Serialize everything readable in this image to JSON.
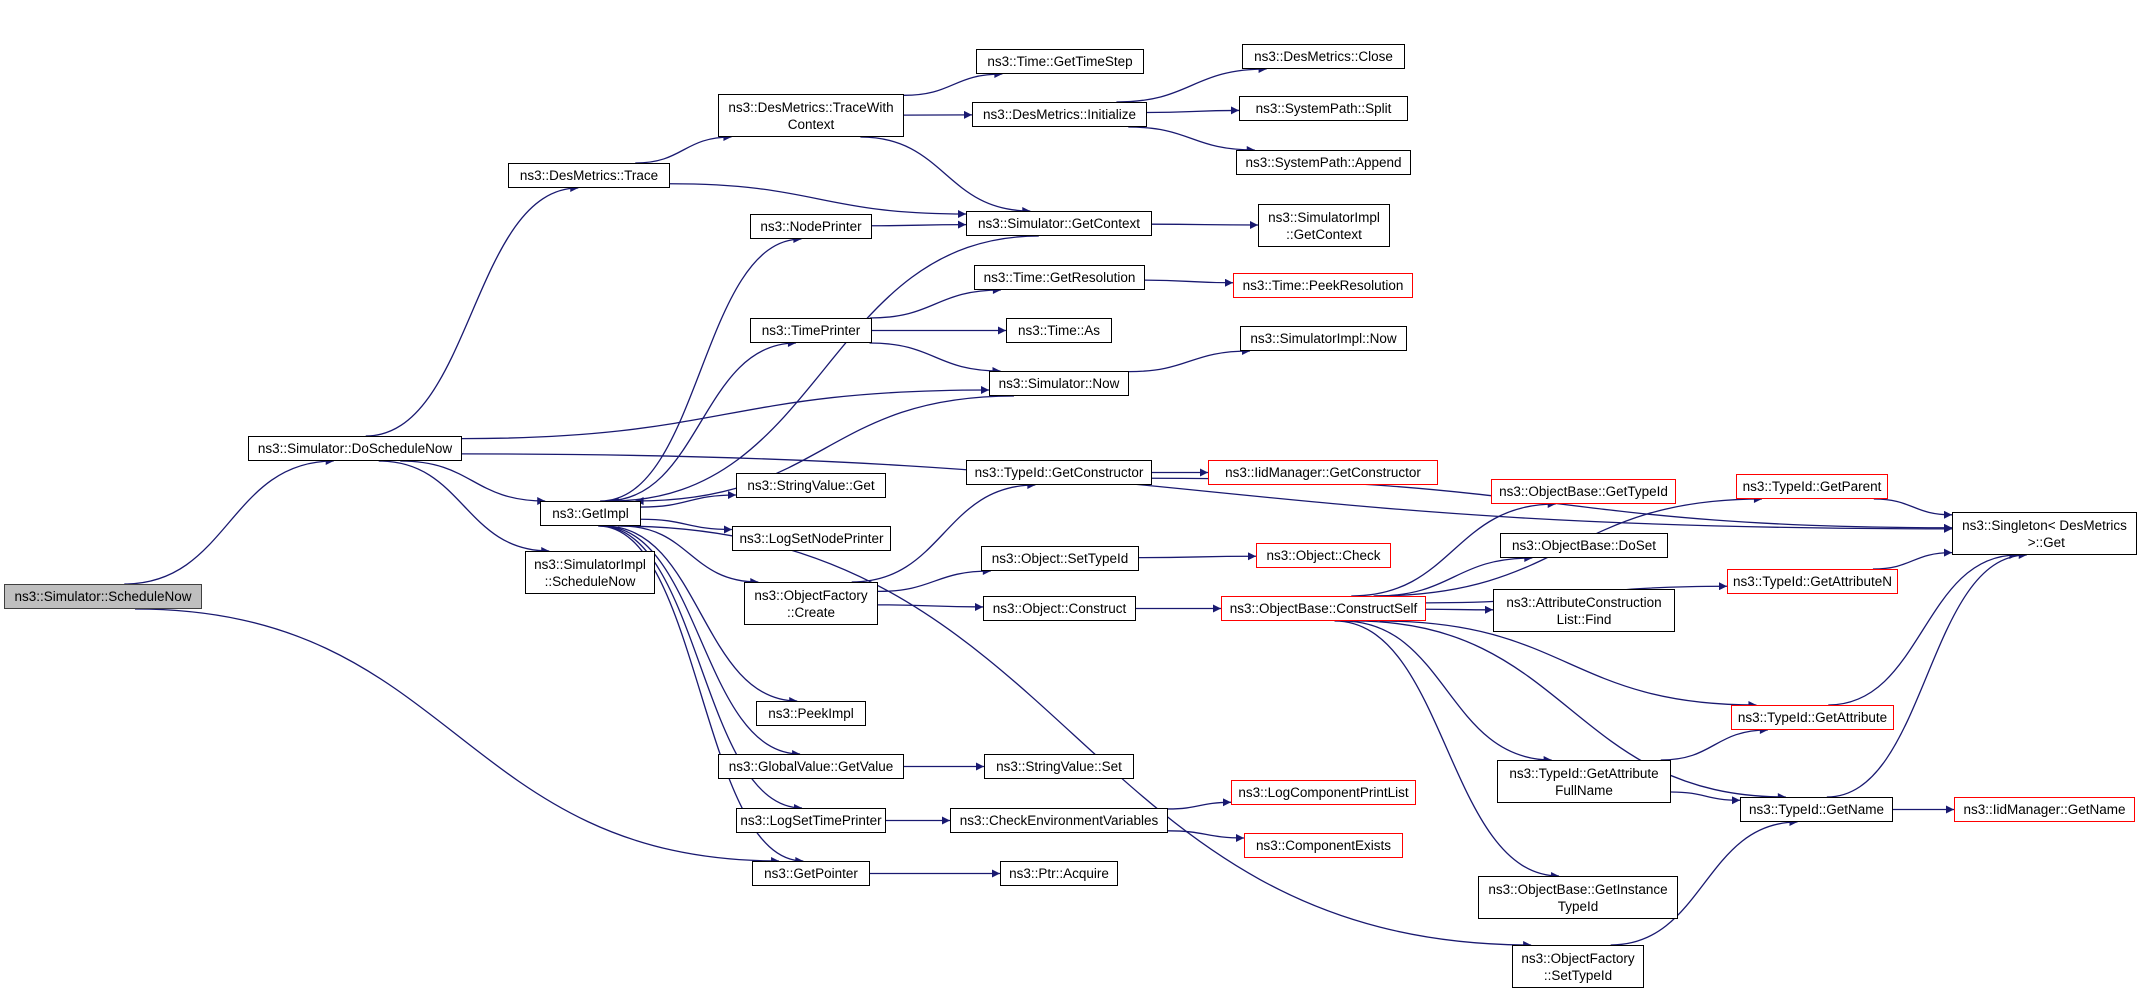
{
  "colors": {
    "edge": "#191970",
    "node_border": "#000000",
    "red_border": "#ff0000",
    "root_fill": "#bfbfbf"
  },
  "nodes": [
    {
      "id": "schedule_now",
      "label": "ns3::Simulator::ScheduleNow",
      "style": "root"
    },
    {
      "id": "do_schedule_now",
      "label": "ns3::Simulator::DoScheduleNow",
      "style": "normal"
    },
    {
      "id": "desmetrics_trace",
      "label": "ns3::DesMetrics::Trace",
      "style": "normal"
    },
    {
      "id": "trace_with_context",
      "label": "ns3::DesMetrics::TraceWith\nContext",
      "style": "normal"
    },
    {
      "id": "time_getstep",
      "label": "ns3::Time::GetTimeStep",
      "style": "normal"
    },
    {
      "id": "desmetrics_close",
      "label": "ns3::DesMetrics::Close",
      "style": "normal"
    },
    {
      "id": "desmetrics_initialize",
      "label": "ns3::DesMetrics::Initialize",
      "style": "normal"
    },
    {
      "id": "systempath_split",
      "label": "ns3::SystemPath::Split",
      "style": "normal"
    },
    {
      "id": "systempath_append",
      "label": "ns3::SystemPath::Append",
      "style": "normal"
    },
    {
      "id": "nodeprinter",
      "label": "ns3::NodePrinter",
      "style": "normal"
    },
    {
      "id": "simulator_getcontext",
      "label": "ns3::Simulator::GetContext",
      "style": "normal"
    },
    {
      "id": "simimpl_getcontext",
      "label": "ns3::SimulatorImpl\n::GetContext",
      "style": "normal"
    },
    {
      "id": "time_getresolution",
      "label": "ns3::Time::GetResolution",
      "style": "normal"
    },
    {
      "id": "time_peekresolution",
      "label": "ns3::Time::PeekResolution",
      "style": "red"
    },
    {
      "id": "timeprinter",
      "label": "ns3::TimePrinter",
      "style": "normal"
    },
    {
      "id": "time_as",
      "label": "ns3::Time::As",
      "style": "normal"
    },
    {
      "id": "simimpl_now",
      "label": "ns3::SimulatorImpl::Now",
      "style": "normal"
    },
    {
      "id": "simulator_now",
      "label": "ns3::Simulator::Now",
      "style": "normal"
    },
    {
      "id": "getimpl",
      "label": "ns3::GetImpl",
      "style": "normal"
    },
    {
      "id": "stringvalue_get",
      "label": "ns3::StringValue::Get",
      "style": "normal"
    },
    {
      "id": "logsetnodeprinter",
      "label": "ns3::LogSetNodePrinter",
      "style": "normal"
    },
    {
      "id": "typeid_getconstructor",
      "label": "ns3::TypeId::GetConstructor",
      "style": "normal"
    },
    {
      "id": "iidmanager_getconstructor",
      "label": "ns3::IidManager::GetConstructor",
      "style": "red"
    },
    {
      "id": "simimpl_schedulenow",
      "label": "ns3::SimulatorImpl\n::ScheduleNow",
      "style": "normal"
    },
    {
      "id": "objectfactory_create",
      "label": "ns3::ObjectFactory\n::Create",
      "style": "normal"
    },
    {
      "id": "object_settypeid",
      "label": "ns3::Object::SetTypeId",
      "style": "normal"
    },
    {
      "id": "object_check",
      "label": "ns3::Object::Check",
      "style": "red"
    },
    {
      "id": "object_construct",
      "label": "ns3::Object::Construct",
      "style": "normal"
    },
    {
      "id": "objectbase_constructself",
      "label": "ns3::ObjectBase::ConstructSelf",
      "style": "red"
    },
    {
      "id": "objectbase_gettypeid",
      "label": "ns3::ObjectBase::GetTypeId",
      "style": "red"
    },
    {
      "id": "objectbase_doset",
      "label": "ns3::ObjectBase::DoSet",
      "style": "normal"
    },
    {
      "id": "attrconstructionlist_find",
      "label": "ns3::AttributeConstruction\nList::Find",
      "style": "normal"
    },
    {
      "id": "typeid_getparent",
      "label": "ns3::TypeId::GetParent",
      "style": "red"
    },
    {
      "id": "typeid_getattributen",
      "label": "ns3::TypeId::GetAttributeN",
      "style": "red"
    },
    {
      "id": "singleton_get",
      "label": "ns3::Singleton< DesMetrics\n >::Get",
      "style": "normal"
    },
    {
      "id": "typeid_getattribute",
      "label": "ns3::TypeId::GetAttribute",
      "style": "red"
    },
    {
      "id": "peekimpl",
      "label": "ns3::PeekImpl",
      "style": "normal"
    },
    {
      "id": "globalvalue_getvalue",
      "label": "ns3::GlobalValue::GetValue",
      "style": "normal"
    },
    {
      "id": "stringvalue_set",
      "label": "ns3::StringValue::Set",
      "style": "normal"
    },
    {
      "id": "typeid_getattributefullname",
      "label": "ns3::TypeId::GetAttribute\nFullName",
      "style": "normal"
    },
    {
      "id": "typeid_getname",
      "label": "ns3::TypeId::GetName",
      "style": "normal"
    },
    {
      "id": "iidmanager_getname",
      "label": "ns3::IidManager::GetName",
      "style": "red"
    },
    {
      "id": "logcomponentprintlist",
      "label": "ns3::LogComponentPrintList",
      "style": "red"
    },
    {
      "id": "logsettimeprinter",
      "label": "ns3::LogSetTimePrinter",
      "style": "normal"
    },
    {
      "id": "checkenvvars",
      "label": "ns3::CheckEnvironmentVariables",
      "style": "normal"
    },
    {
      "id": "componentexists",
      "label": "ns3::ComponentExists",
      "style": "red"
    },
    {
      "id": "getpointer",
      "label": "ns3::GetPointer",
      "style": "normal"
    },
    {
      "id": "ptr_acquire",
      "label": "ns3::Ptr::Acquire",
      "style": "normal"
    },
    {
      "id": "objectbase_getinstancetypeid",
      "label": "ns3::ObjectBase::GetInstance\nTypeId",
      "style": "normal"
    },
    {
      "id": "objectfactory_settypeid",
      "label": "ns3::ObjectFactory\n::SetTypeId",
      "style": "normal"
    }
  ],
  "edges": [
    [
      "schedule_now",
      "do_schedule_now"
    ],
    [
      "schedule_now",
      "getpointer"
    ],
    [
      "do_schedule_now",
      "desmetrics_trace"
    ],
    [
      "do_schedule_now",
      "singleton_get"
    ],
    [
      "do_schedule_now",
      "getimpl"
    ],
    [
      "do_schedule_now",
      "simimpl_schedulenow"
    ],
    [
      "do_schedule_now",
      "simulator_now"
    ],
    [
      "desmetrics_trace",
      "trace_with_context"
    ],
    [
      "desmetrics_trace",
      "simulator_getcontext"
    ],
    [
      "trace_with_context",
      "time_getstep"
    ],
    [
      "trace_with_context",
      "desmetrics_initialize"
    ],
    [
      "trace_with_context",
      "simulator_getcontext"
    ],
    [
      "desmetrics_initialize",
      "desmetrics_close"
    ],
    [
      "desmetrics_initialize",
      "systempath_split"
    ],
    [
      "desmetrics_initialize",
      "systempath_append"
    ],
    [
      "nodeprinter",
      "simulator_getcontext"
    ],
    [
      "simulator_getcontext",
      "simimpl_getcontext"
    ],
    [
      "simulator_getcontext",
      "getimpl"
    ],
    [
      "time_getresolution",
      "time_peekresolution"
    ],
    [
      "timeprinter",
      "time_getresolution"
    ],
    [
      "timeprinter",
      "time_as"
    ],
    [
      "timeprinter",
      "simulator_now"
    ],
    [
      "simulator_now",
      "simimpl_now"
    ],
    [
      "simulator_now",
      "getimpl"
    ],
    [
      "getimpl",
      "nodeprinter"
    ],
    [
      "getimpl",
      "timeprinter"
    ],
    [
      "getimpl",
      "stringvalue_get"
    ],
    [
      "getimpl",
      "logsetnodeprinter"
    ],
    [
      "getimpl",
      "objectfactory_create"
    ],
    [
      "getimpl",
      "objectfactory_settypeid"
    ],
    [
      "getimpl",
      "peekimpl"
    ],
    [
      "getimpl",
      "globalvalue_getvalue"
    ],
    [
      "getimpl",
      "logsettimeprinter"
    ],
    [
      "getimpl",
      "getpointer"
    ],
    [
      "objectfactory_create",
      "typeid_getconstructor"
    ],
    [
      "objectfactory_create",
      "object_settypeid"
    ],
    [
      "objectfactory_create",
      "object_construct"
    ],
    [
      "typeid_getconstructor",
      "iidmanager_getconstructor"
    ],
    [
      "typeid_getconstructor",
      "singleton_get"
    ],
    [
      "object_settypeid",
      "object_check"
    ],
    [
      "object_construct",
      "objectbase_constructself"
    ],
    [
      "objectbase_constructself",
      "objectbase_gettypeid"
    ],
    [
      "objectbase_constructself",
      "objectbase_doset"
    ],
    [
      "objectbase_constructself",
      "attrconstructionlist_find"
    ],
    [
      "objectbase_constructself",
      "typeid_getparent"
    ],
    [
      "objectbase_constructself",
      "typeid_getattributen"
    ],
    [
      "objectbase_constructself",
      "typeid_getattribute"
    ],
    [
      "objectbase_constructself",
      "typeid_getattributefullname"
    ],
    [
      "objectbase_constructself",
      "typeid_getname"
    ],
    [
      "objectbase_constructself",
      "objectbase_getinstancetypeid"
    ],
    [
      "typeid_getparent",
      "singleton_get"
    ],
    [
      "typeid_getattributen",
      "singleton_get"
    ],
    [
      "typeid_getattribute",
      "singleton_get"
    ],
    [
      "typeid_getattributefullname",
      "typeid_getattribute"
    ],
    [
      "typeid_getattributefullname",
      "typeid_getname"
    ],
    [
      "typeid_getname",
      "iidmanager_getname"
    ],
    [
      "typeid_getname",
      "singleton_get"
    ],
    [
      "objectfactory_settypeid",
      "typeid_getname"
    ],
    [
      "globalvalue_getvalue",
      "stringvalue_set"
    ],
    [
      "logsettimeprinter",
      "checkenvvars"
    ],
    [
      "checkenvvars",
      "logcomponentprintlist"
    ],
    [
      "checkenvvars",
      "componentexists"
    ],
    [
      "getpointer",
      "ptr_acquire"
    ]
  ]
}
